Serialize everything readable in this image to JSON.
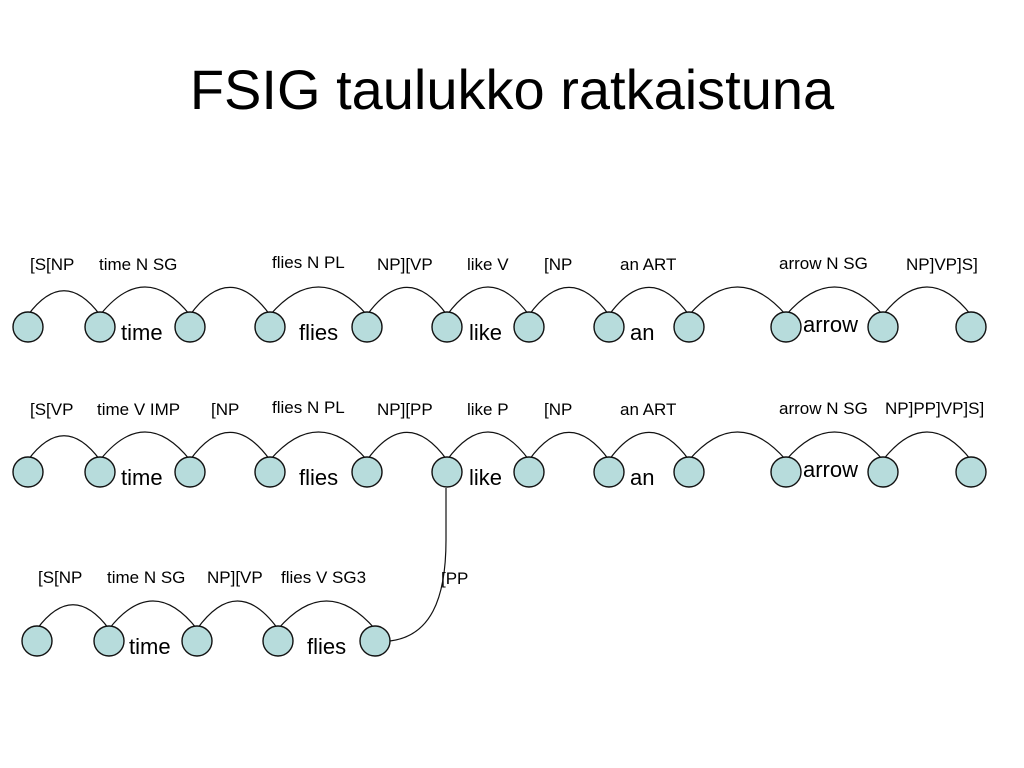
{
  "title": "FSIG taulukko ratkaistuna",
  "rows": [
    {
      "words": [
        "time",
        "flies",
        "like",
        "an",
        "arrow"
      ],
      "labels": [
        "[S[NP",
        "time N SG",
        "flies N PL",
        "NP][VP",
        "like V",
        "[NP",
        "an ART",
        "arrow N SG",
        "NP]VP]S]"
      ]
    },
    {
      "words": [
        "time",
        "flies",
        "like",
        "an",
        "arrow"
      ],
      "labels": [
        "[S[VP",
        "time V IMP",
        "[NP",
        "flies N PL",
        "NP][PP",
        "like P",
        "[NP",
        "an ART",
        "arrow N SG",
        "NP]PP]VP]S]"
      ]
    },
    {
      "words": [
        "time",
        "flies"
      ],
      "labels": [
        "[S[NP",
        "time N SG",
        "NP][VP",
        "flies V SG3",
        "[PP"
      ]
    }
  ]
}
